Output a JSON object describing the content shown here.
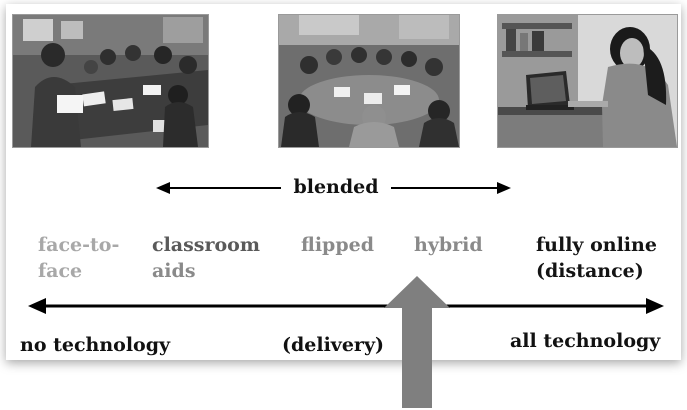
{
  "diagram": {
    "blended_label": "blended",
    "modes": [
      {
        "line1": "face-to-",
        "line2": "face",
        "tone": "#a8a8a8"
      },
      {
        "line1": "classroom",
        "line2": "aids",
        "tone": "#8a8a8a"
      },
      {
        "line1": "flipped",
        "line2": "",
        "tone": "#8a8a8a"
      },
      {
        "line1": "hybrid",
        "line2": "",
        "tone": "#8a8a8a"
      },
      {
        "line1": "fully online",
        "line2": "(distance)",
        "tone": "#141414"
      }
    ],
    "axis_left_label": "no technology",
    "axis_middle_label": "(delivery)",
    "axis_right_label": "all technology"
  },
  "photos": [
    {
      "subject": "classroom-photo-icon"
    },
    {
      "subject": "group-work-photo-icon"
    },
    {
      "subject": "online-learner-photo-icon"
    }
  ],
  "colors": {
    "pointer_arrow": "#7f7f7f",
    "axis": "#000000"
  }
}
